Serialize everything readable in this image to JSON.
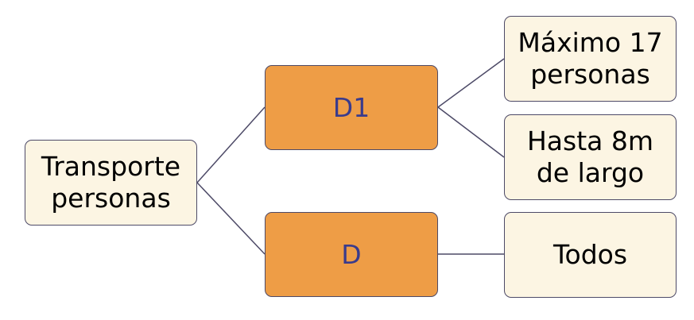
{
  "diagram": {
    "root": {
      "label": "Transporte\npersonas"
    },
    "branches": [
      {
        "label": "D1",
        "children": [
          {
            "label": "Máximo 17\npersonas"
          },
          {
            "label": "Hasta 8m\nde largo"
          }
        ]
      },
      {
        "label": "D",
        "children": [
          {
            "label": "Todos"
          }
        ]
      }
    ]
  },
  "colors": {
    "leaf_fill": "#fcf5e3",
    "branch_fill": "#ee9d46",
    "border": "#4d4a67",
    "branch_text": "#3a3b8c"
  }
}
